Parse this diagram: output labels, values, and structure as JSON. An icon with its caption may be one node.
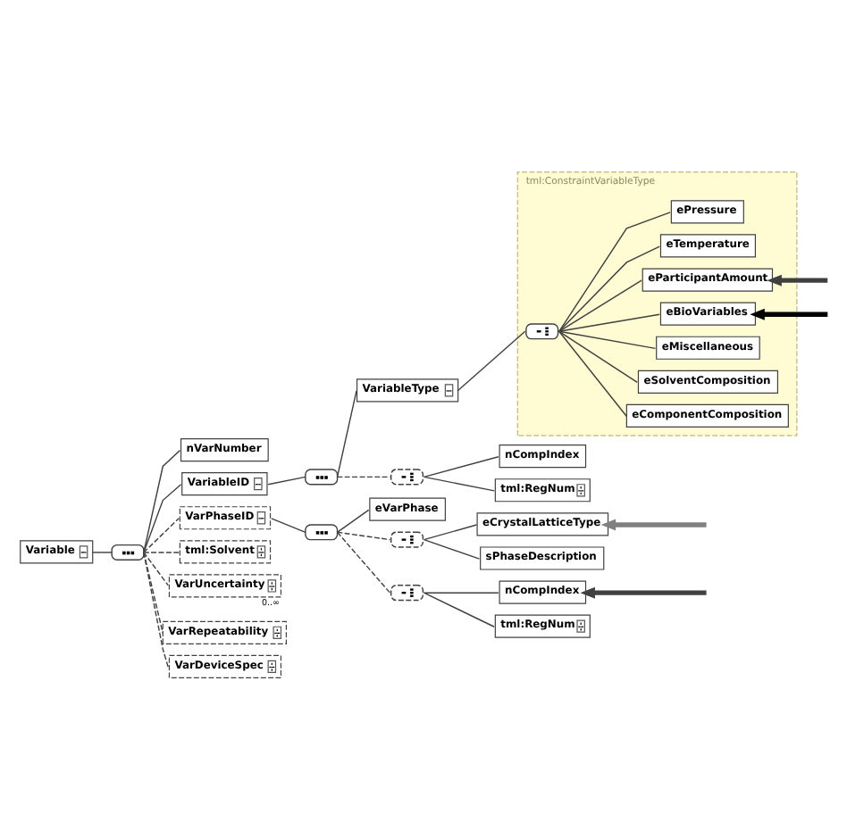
{
  "diagram": {
    "nodes": [
      {
        "text": [
          "Variable"
        ]
      },
      {
        "text": [],
        "shape": "oval"
      },
      {
        "text": [
          "nVarNumber"
        ]
      },
      {
        "text": [
          "VariableID"
        ]
      },
      {
        "text": [],
        "shape": "oval"
      },
      {
        "text": [
          "VariableType"
        ]
      },
      {
        "text": [
          "tml:ConstraintVariableType"
        ]
      },
      {
        "text": [],
        "shape": "oval",
        "in": 6
      },
      {
        "text": [
          "eTemperature"
        ],
        "in": 6
      },
      {
        "text": [
          "ePressure"
        ],
        "in": 6
      },
      {
        "text": [
          "eComponentComposition"
        ],
        "in": 6
      },
      {
        "text": [
          "eSolventComposition"
        ],
        "in": 6
      },
      {
        "text": [
          "eMiscellaneous"
        ],
        "in": 6
      },
      {
        "text": [
          "eBioVariables"
        ],
        "in": 6
      },
      {
        "text": [
          "eParticipantAmount"
        ],
        "in": 6
      },
      {
        "text": [],
        "shape": "oval"
      },
      {
        "text": [
          "nCompIndex"
        ]
      },
      {
        "text": [
          "tml:RegNum"
        ]
      },
      {
        "text": [
          "VarPhaseID"
        ]
      },
      {
        "text": [],
        "shape": "oval"
      },
      {
        "text": [
          "eVarPhase"
        ]
      },
      {
        "text": [],
        "shape": "oval"
      },
      {
        "text": [
          "eCrystalLatticeType"
        ]
      },
      {
        "text": [
          "sPhaseDescription"
        ]
      },
      {
        "text": [],
        "shape": "oval"
      },
      {
        "text": [
          "nCompIndex"
        ]
      },
      {
        "text": [
          "tml:RegNum"
        ]
      },
      {
        "text": [
          "tml:Solvent"
        ]
      },
      {
        "text": [
          "VarUncertainty"
        ],
        "beside": [
          "0..∞"
        ]
      },
      {
        "text": [
          "VarRepeatability"
        ]
      },
      {
        "text": [
          "VarDeviceSpec"
        ]
      }
    ],
    "edges": [
      {
        "from": 0,
        "to": 1,
        "arrow": "none"
      },
      {
        "from": 1,
        "to": 2,
        "arrow": "none"
      },
      {
        "from": 1,
        "to": 3,
        "arrow": "none"
      },
      {
        "from": 3,
        "to": 4,
        "arrow": "none"
      },
      {
        "from": 4,
        "to": 5,
        "arrow": "none"
      },
      {
        "from": 5,
        "to": 7,
        "arrow": "none"
      },
      {
        "from": 7,
        "to": 8,
        "arrow": "none"
      },
      {
        "from": 7,
        "to": 9,
        "arrow": "none"
      },
      {
        "from": 7,
        "to": 10,
        "arrow": "none"
      },
      {
        "from": 7,
        "to": 11,
        "arrow": "none"
      },
      {
        "from": 7,
        "to": 12,
        "arrow": "none"
      },
      {
        "from": 7,
        "to": 13,
        "arrow": "none"
      },
      {
        "from": 7,
        "to": 14,
        "arrow": "none"
      },
      {
        "from": 4,
        "to": 15,
        "arrow": "none",
        "style": "dashed"
      },
      {
        "from": 15,
        "to": 16,
        "arrow": "none"
      },
      {
        "from": 15,
        "to": 17,
        "arrow": "none"
      },
      {
        "from": 1,
        "to": 18,
        "arrow": "none",
        "style": "dashed"
      },
      {
        "from": 18,
        "to": 19,
        "arrow": "none"
      },
      {
        "from": 19,
        "to": 20,
        "arrow": "none"
      },
      {
        "from": 19,
        "to": 21,
        "arrow": "none",
        "style": "dashed"
      },
      {
        "from": 21,
        "to": 22,
        "arrow": "none"
      },
      {
        "from": 21,
        "to": 23,
        "arrow": "none"
      },
      {
        "from": 19,
        "to": 24,
        "arrow": "none",
        "style": "dashed"
      },
      {
        "from": 24,
        "to": 25,
        "arrow": "none"
      },
      {
        "from": 24,
        "to": 26,
        "arrow": "none"
      },
      {
        "from": 1,
        "to": 27,
        "arrow": "none",
        "style": "dashed"
      },
      {
        "from": 1,
        "to": 28,
        "arrow": "none",
        "style": "dashed"
      },
      {
        "from": 1,
        "to": 29,
        "arrow": "none",
        "style": "dashed"
      },
      {
        "from": 1,
        "to": 30,
        "arrow": "none",
        "style": "dashed"
      },
      {
        "from": null,
        "to": 13,
        "arrow": "to",
        "style": "thick",
        "color": "#000000"
      },
      {
        "from": null,
        "to": 14,
        "arrow": "to",
        "style": "thick"
      },
      {
        "from": null,
        "to": 22,
        "arrow": "to",
        "style": "thick",
        "color": "#808080"
      },
      {
        "from": null,
        "to": 25,
        "arrow": "to",
        "style": "thick"
      }
    ]
  }
}
